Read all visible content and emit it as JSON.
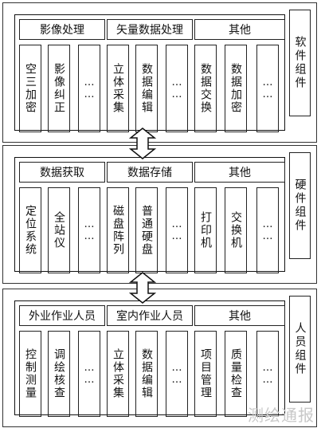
{
  "layers": [
    {
      "label": "软件组件",
      "groups": [
        {
          "title": "影像处理",
          "items": [
            "空三加密",
            "影像纠正",
            "……"
          ]
        },
        {
          "title": "矢量数据处理",
          "items": [
            "立体采集",
            "数据编辑",
            "……"
          ]
        },
        {
          "title": "其他",
          "items": [
            "数据交换",
            "数据加密",
            "……"
          ]
        }
      ]
    },
    {
      "label": "硬件组件",
      "groups": [
        {
          "title": "数据获取",
          "items": [
            "定位系统",
            "全站仪",
            "……"
          ]
        },
        {
          "title": "数据存储",
          "items": [
            "磁盘阵列",
            "普通硬盘",
            "……"
          ]
        },
        {
          "title": "其他",
          "items": [
            "打印机",
            "交换机",
            "……"
          ]
        }
      ]
    },
    {
      "label": "人员组件",
      "groups": [
        {
          "title": "外业作业人员",
          "items": [
            "控制测量",
            "调绘核查",
            "……"
          ]
        },
        {
          "title": "室内作业人员",
          "items": [
            "立体采集",
            "数据编辑",
            "……"
          ]
        },
        {
          "title": "其他",
          "items": [
            "项目管理",
            "质量检查",
            "……"
          ]
        }
      ]
    }
  ],
  "watermark": "测绘通报"
}
